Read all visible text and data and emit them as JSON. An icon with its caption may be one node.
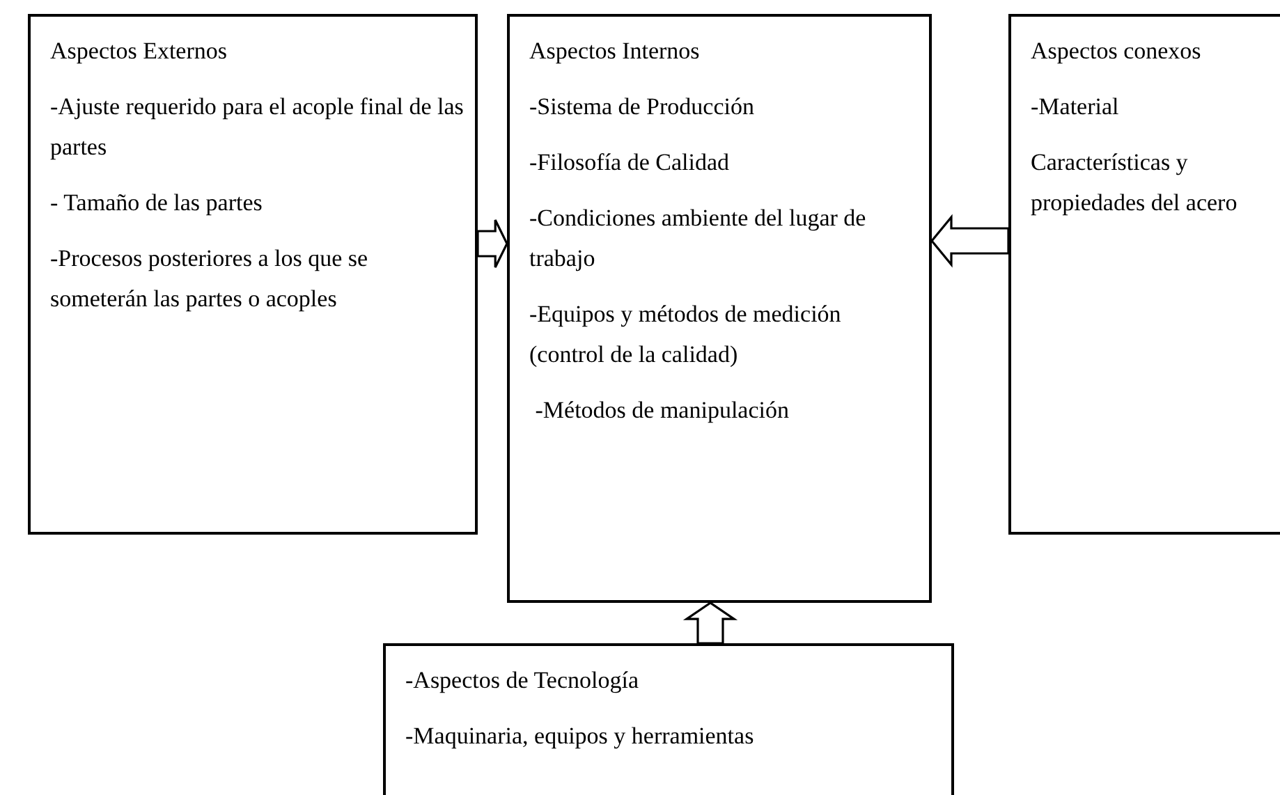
{
  "diagram": {
    "nodes": [
      {
        "text": [
          "Aspectos Externos",
          "-Ajuste requerido para el acople final de las partes",
          "- Tamaño de las partes",
          "-Procesos posteriores a los que se someterán las partes o acoples"
        ]
      },
      {
        "text": [
          "Aspectos Internos",
          "-Sistema de Producción",
          "-Filosofía de Calidad",
          "-Condiciones ambiente del lugar de trabajo",
          "-Equipos y métodos de medición (control de la calidad)",
          " -Métodos de manipulación"
        ]
      },
      {
        "text": [
          "Aspectos conexos",
          "-Material",
          "Características y propiedades del acero"
        ]
      },
      {
        "text": [
          "-Aspectos de Tecnología",
          "-Maquinaria, equipos y herramientas"
        ]
      }
    ],
    "edges": [
      {
        "from": 0,
        "to": 1,
        "arrow": "to"
      },
      {
        "from": 2,
        "to": 1,
        "arrow": "to"
      },
      {
        "from": 3,
        "to": 1,
        "arrow": "to"
      }
    ]
  }
}
